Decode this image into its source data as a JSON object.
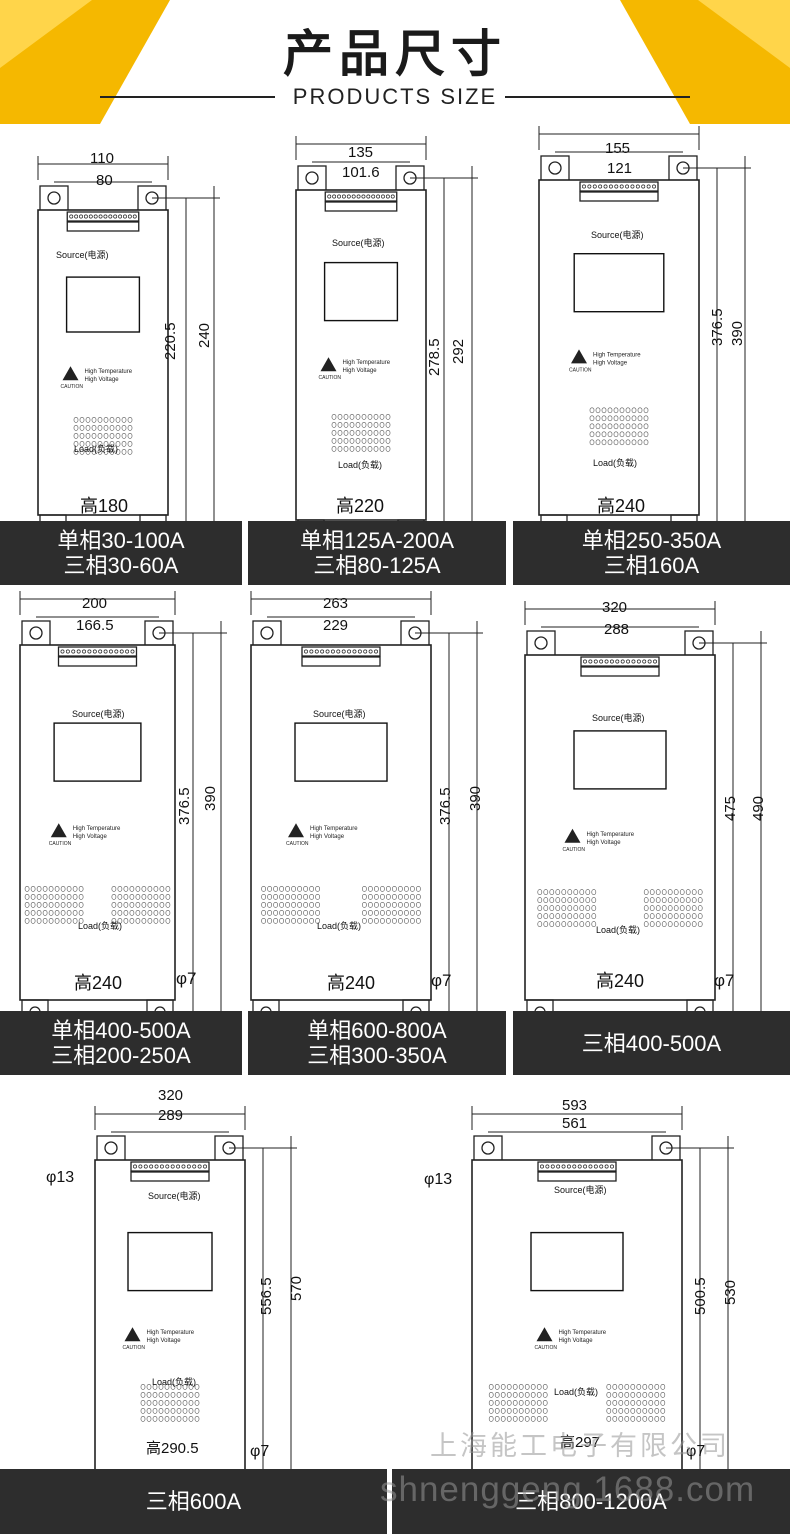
{
  "header": {
    "title": "产品尺寸",
    "subtitle": "PRODUCTS SIZE",
    "accent_color": "#f5b800"
  },
  "units": [
    {
      "width": "110",
      "hole_spacing": "80",
      "inner_height": "220.5",
      "height": "240",
      "depth": "高180",
      "label_1": "单相30-100A",
      "label_2": "三相30-60A",
      "source": "Source(电源)",
      "load": "Load(负载)"
    },
    {
      "width": "135",
      "hole_spacing": "101.6",
      "inner_height": "278.5",
      "height": "292",
      "depth": "高220",
      "label_1": "单相125A-200A",
      "label_2": "三相80-125A",
      "source": "Source(电源)",
      "load": "Load(负载)"
    },
    {
      "width": "155",
      "hole_spacing": "121",
      "inner_height": "376.5",
      "height": "390",
      "depth": "高240",
      "label_1": "单相250-350A",
      "label_2": "三相160A",
      "source": "Source(电源)",
      "load": "Load(负载)"
    },
    {
      "width": "200",
      "hole_spacing": "166.5",
      "inner_height": "376.5",
      "height": "390",
      "depth": "高240",
      "hole": "φ7",
      "label_1": "单相400-500A",
      "label_2": "三相200-250A",
      "source": "Source(电源)",
      "load": "Load(负载)"
    },
    {
      "width": "263",
      "hole_spacing": "229",
      "inner_height": "376.5",
      "height": "390",
      "depth": "高240",
      "hole": "φ7",
      "label_1": "单相600-800A",
      "label_2": "三相300-350A",
      "source": "Source(电源)",
      "load": "Load(负载)"
    },
    {
      "width": "320",
      "hole_spacing": "288",
      "inner_height": "475",
      "height": "490",
      "depth": "高240",
      "hole": "φ7",
      "label_1": "三相400-500A",
      "source": "Source(电源)",
      "load": "Load(负载)"
    },
    {
      "width": "320",
      "hole_spacing": "289",
      "inner_height": "556.5",
      "height": "570",
      "depth": "高290.5",
      "hole": "φ7",
      "top_hole": "φ13",
      "label_1": "三相600A",
      "source": "Source(电源)",
      "load": "Load(负载)"
    },
    {
      "width": "593",
      "hole_spacing": "561",
      "inner_height": "500.5",
      "height": "530",
      "depth": "高297",
      "hole": "φ7",
      "top_hole": "φ13",
      "label_1": "三相800-1200A",
      "source": "Source(电源)",
      "load": "Load(负载)"
    }
  ],
  "caution": {
    "line1": "High Temperature",
    "line2": "High Voltage",
    "word": "CAUTION"
  },
  "watermark": {
    "line1": "上海能工电子有限公司",
    "line2": "shnenggeng.1688.com"
  }
}
